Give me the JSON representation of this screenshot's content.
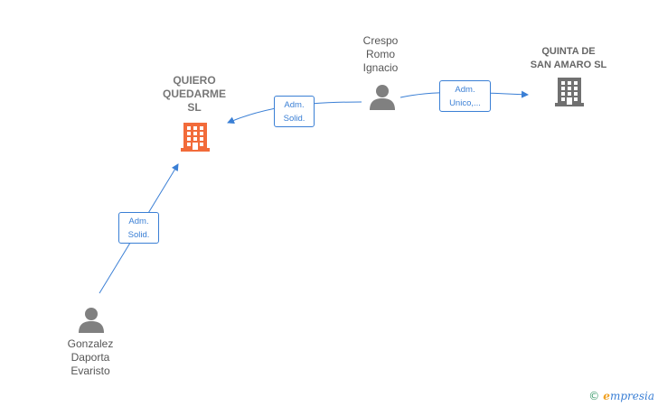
{
  "nodes": {
    "quiero": {
      "lines": [
        "QUIERO",
        "QUEDARME",
        "SL"
      ],
      "type": "company",
      "color": "#f26b3a"
    },
    "quinta": {
      "lines": [
        "QUINTA DE",
        "SAN AMARO SL"
      ],
      "type": "company",
      "color": "#707070"
    },
    "crespo": {
      "lines": [
        "Crespo",
        "Romo",
        "Ignacio"
      ],
      "type": "person",
      "color": "#808080"
    },
    "gonzalez": {
      "lines": [
        "Gonzalez",
        "Daporta",
        "Evaristo"
      ],
      "type": "person",
      "color": "#808080"
    }
  },
  "edges": {
    "crespo_quiero": [
      "Adm.",
      "Solid."
    ],
    "crespo_quinta": [
      "Adm.",
      "Unico,..."
    ],
    "gonzalez_quiero": [
      "Adm.",
      "Solid."
    ]
  },
  "colors": {
    "edge": "#3a7fd5"
  },
  "footer": {
    "copyright": "©",
    "brand_initial": "e",
    "brand_rest": "mpresia"
  }
}
